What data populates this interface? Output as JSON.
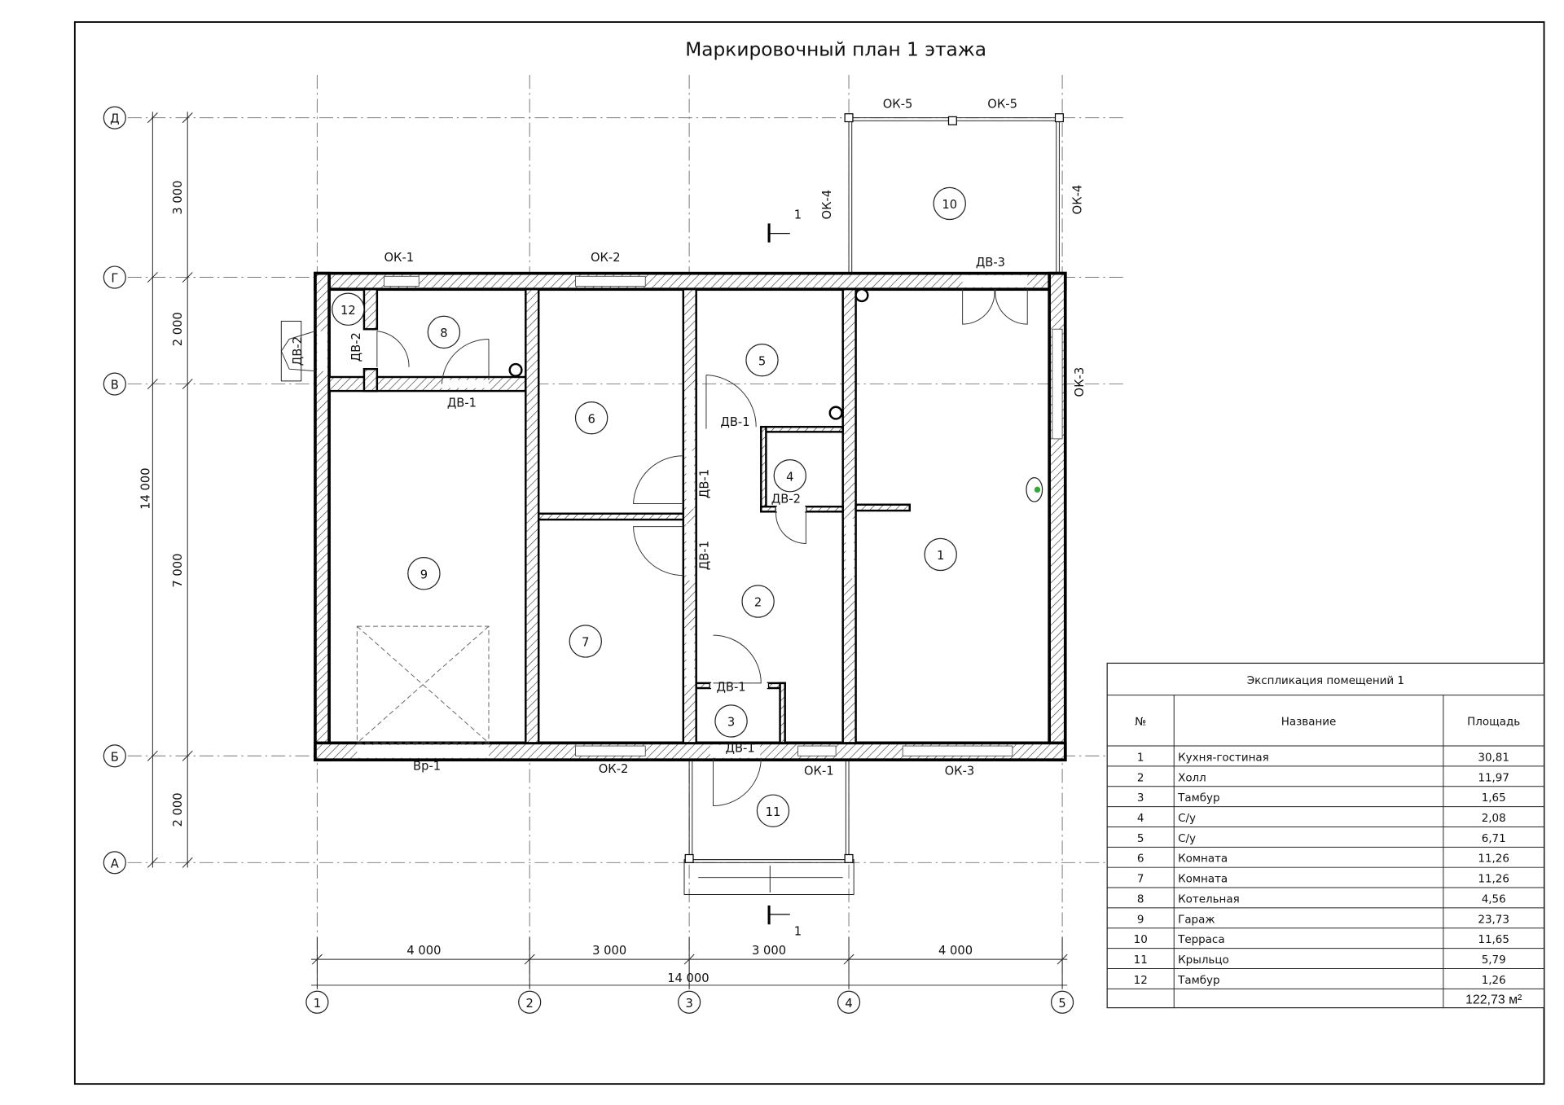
{
  "title": "Маркировочный план 1 этажа",
  "axes_letters": [
    "Д",
    "Г",
    "В",
    "Б",
    "А"
  ],
  "axes_numbers": [
    "1",
    "2",
    "3",
    "4",
    "5"
  ],
  "dims_left": {
    "d1": "3 000",
    "d2": "2 000",
    "d3": "7 000",
    "d4": "2 000",
    "total": "14 000"
  },
  "dims_bottom": {
    "d1": "4 000",
    "d2": "3 000",
    "d3": "3 000",
    "d4": "4 000",
    "total": "14 000"
  },
  "section_mark": "1",
  "rooms": [
    "1",
    "2",
    "3",
    "4",
    "5",
    "6",
    "7",
    "8",
    "9",
    "10",
    "11",
    "12"
  ],
  "openings": [
    "ОК-1",
    "ОК-2",
    "ДВ-3",
    "ОК-5",
    "ОК-5",
    "ОК-4",
    "ОК-4",
    "ОК-3",
    "ДВ-2",
    "ДВ-2",
    "ДВ-1",
    "ДВ-1",
    "ДВ-1",
    "ДВ-2",
    "ДВ-1",
    "ДВ-1",
    "ДВ-1",
    "Вр-1",
    "ОК-2",
    "ОК-1",
    "ОК-3"
  ],
  "table": {
    "title": "Экспликация помещений 1",
    "headers": [
      "№",
      "Название",
      "Площадь"
    ],
    "rows": [
      [
        "1",
        "Кухня-гостиная",
        "30,81"
      ],
      [
        "2",
        "Холл",
        "11,97"
      ],
      [
        "3",
        "Тамбур",
        "1,65"
      ],
      [
        "4",
        "С/у",
        "2,08"
      ],
      [
        "5",
        "С/у",
        "6,71"
      ],
      [
        "6",
        "Комната",
        "11,26"
      ],
      [
        "7",
        "Комната",
        "11,26"
      ],
      [
        "8",
        "Котельная",
        "4,56"
      ],
      [
        "9",
        "Гараж",
        "23,73"
      ],
      [
        "10",
        "Терраса",
        "11,65"
      ],
      [
        "11",
        "Крыльцо",
        "5,79"
      ],
      [
        "12",
        "Тамбур",
        "1,26"
      ]
    ],
    "total": "122,73 м²"
  }
}
